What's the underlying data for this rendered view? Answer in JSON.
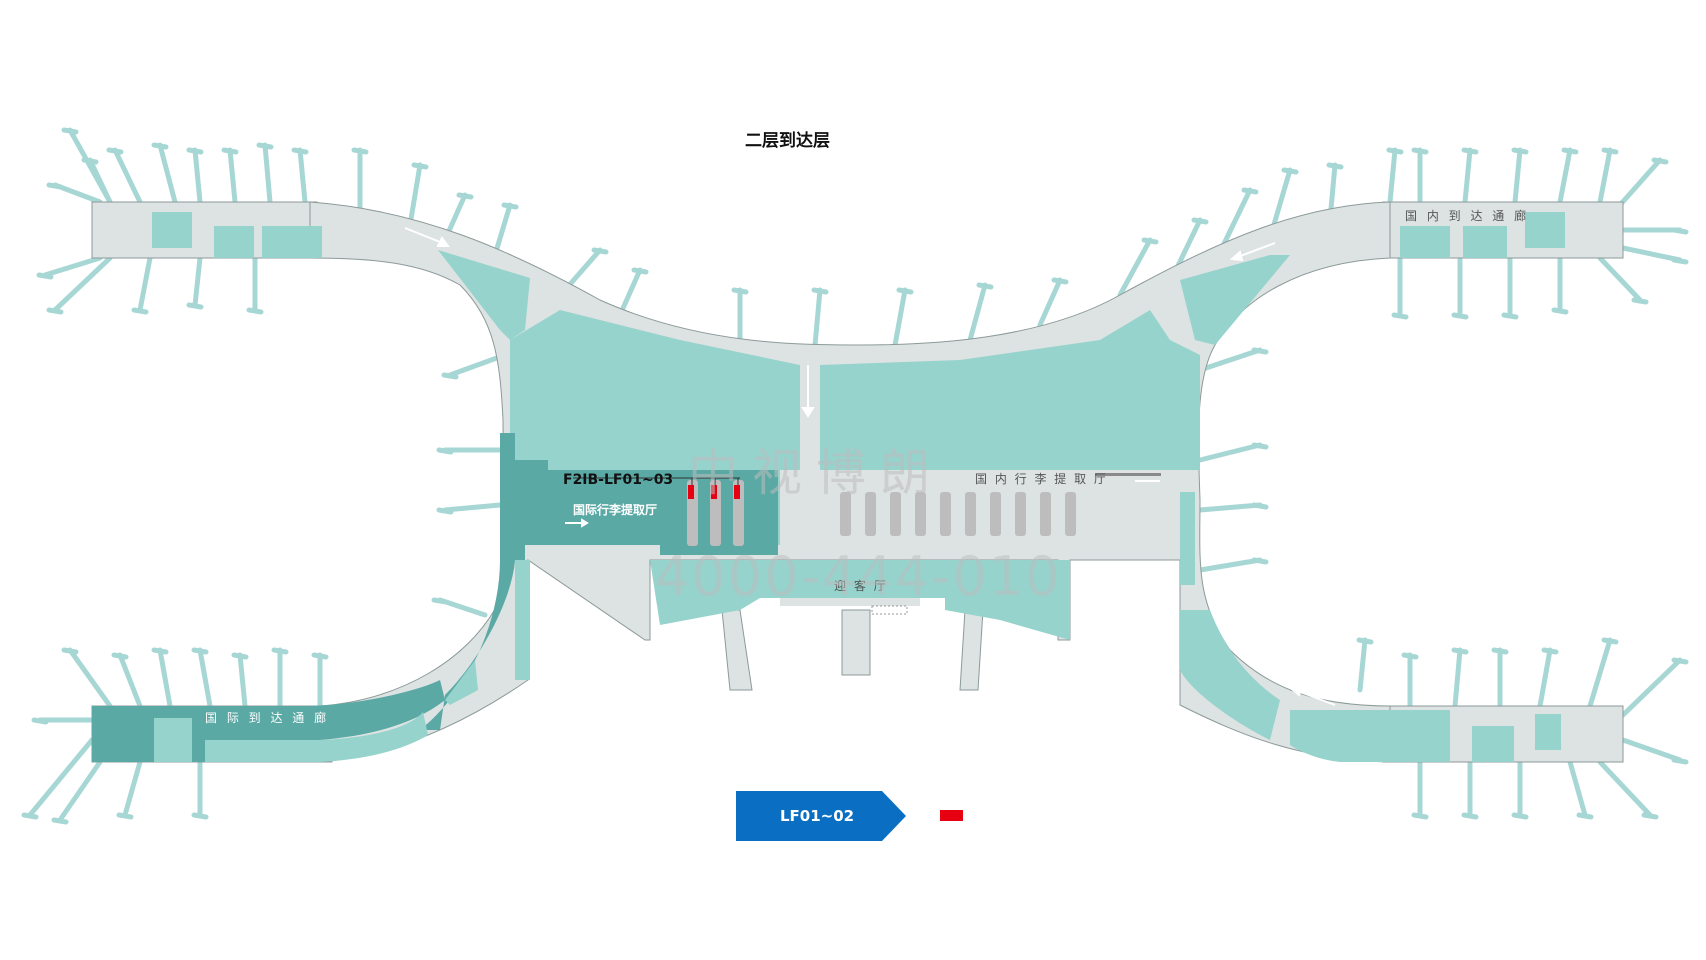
{
  "map": {
    "title": "二层到达层",
    "labels": {
      "domestic_corridor": "国 内 到 达 通 廊",
      "intl_corridor": "国 际 到 达 通 廊",
      "domestic_baggage_hall": "国 内 行 李 提 取 厅",
      "intl_baggage_hall": "国际行李提取厅",
      "greeting_hall": "迎 客 厅",
      "ad_code": "F2IB-LF01~03"
    },
    "watermark": {
      "brand": "中视博朗",
      "phone": "4000-444-010"
    },
    "colors": {
      "corridor_gray": "#dde3e2",
      "zone_light_teal": "#96d3cd",
      "zone_dark_teal": "#5aa9a5",
      "gate_arm": "#a7d7d4",
      "ad_marker_red": "#e60012",
      "legend_blue": "#0a6fc2"
    }
  },
  "legend": {
    "label": "LF01~02",
    "marker_color": "#e60012"
  }
}
